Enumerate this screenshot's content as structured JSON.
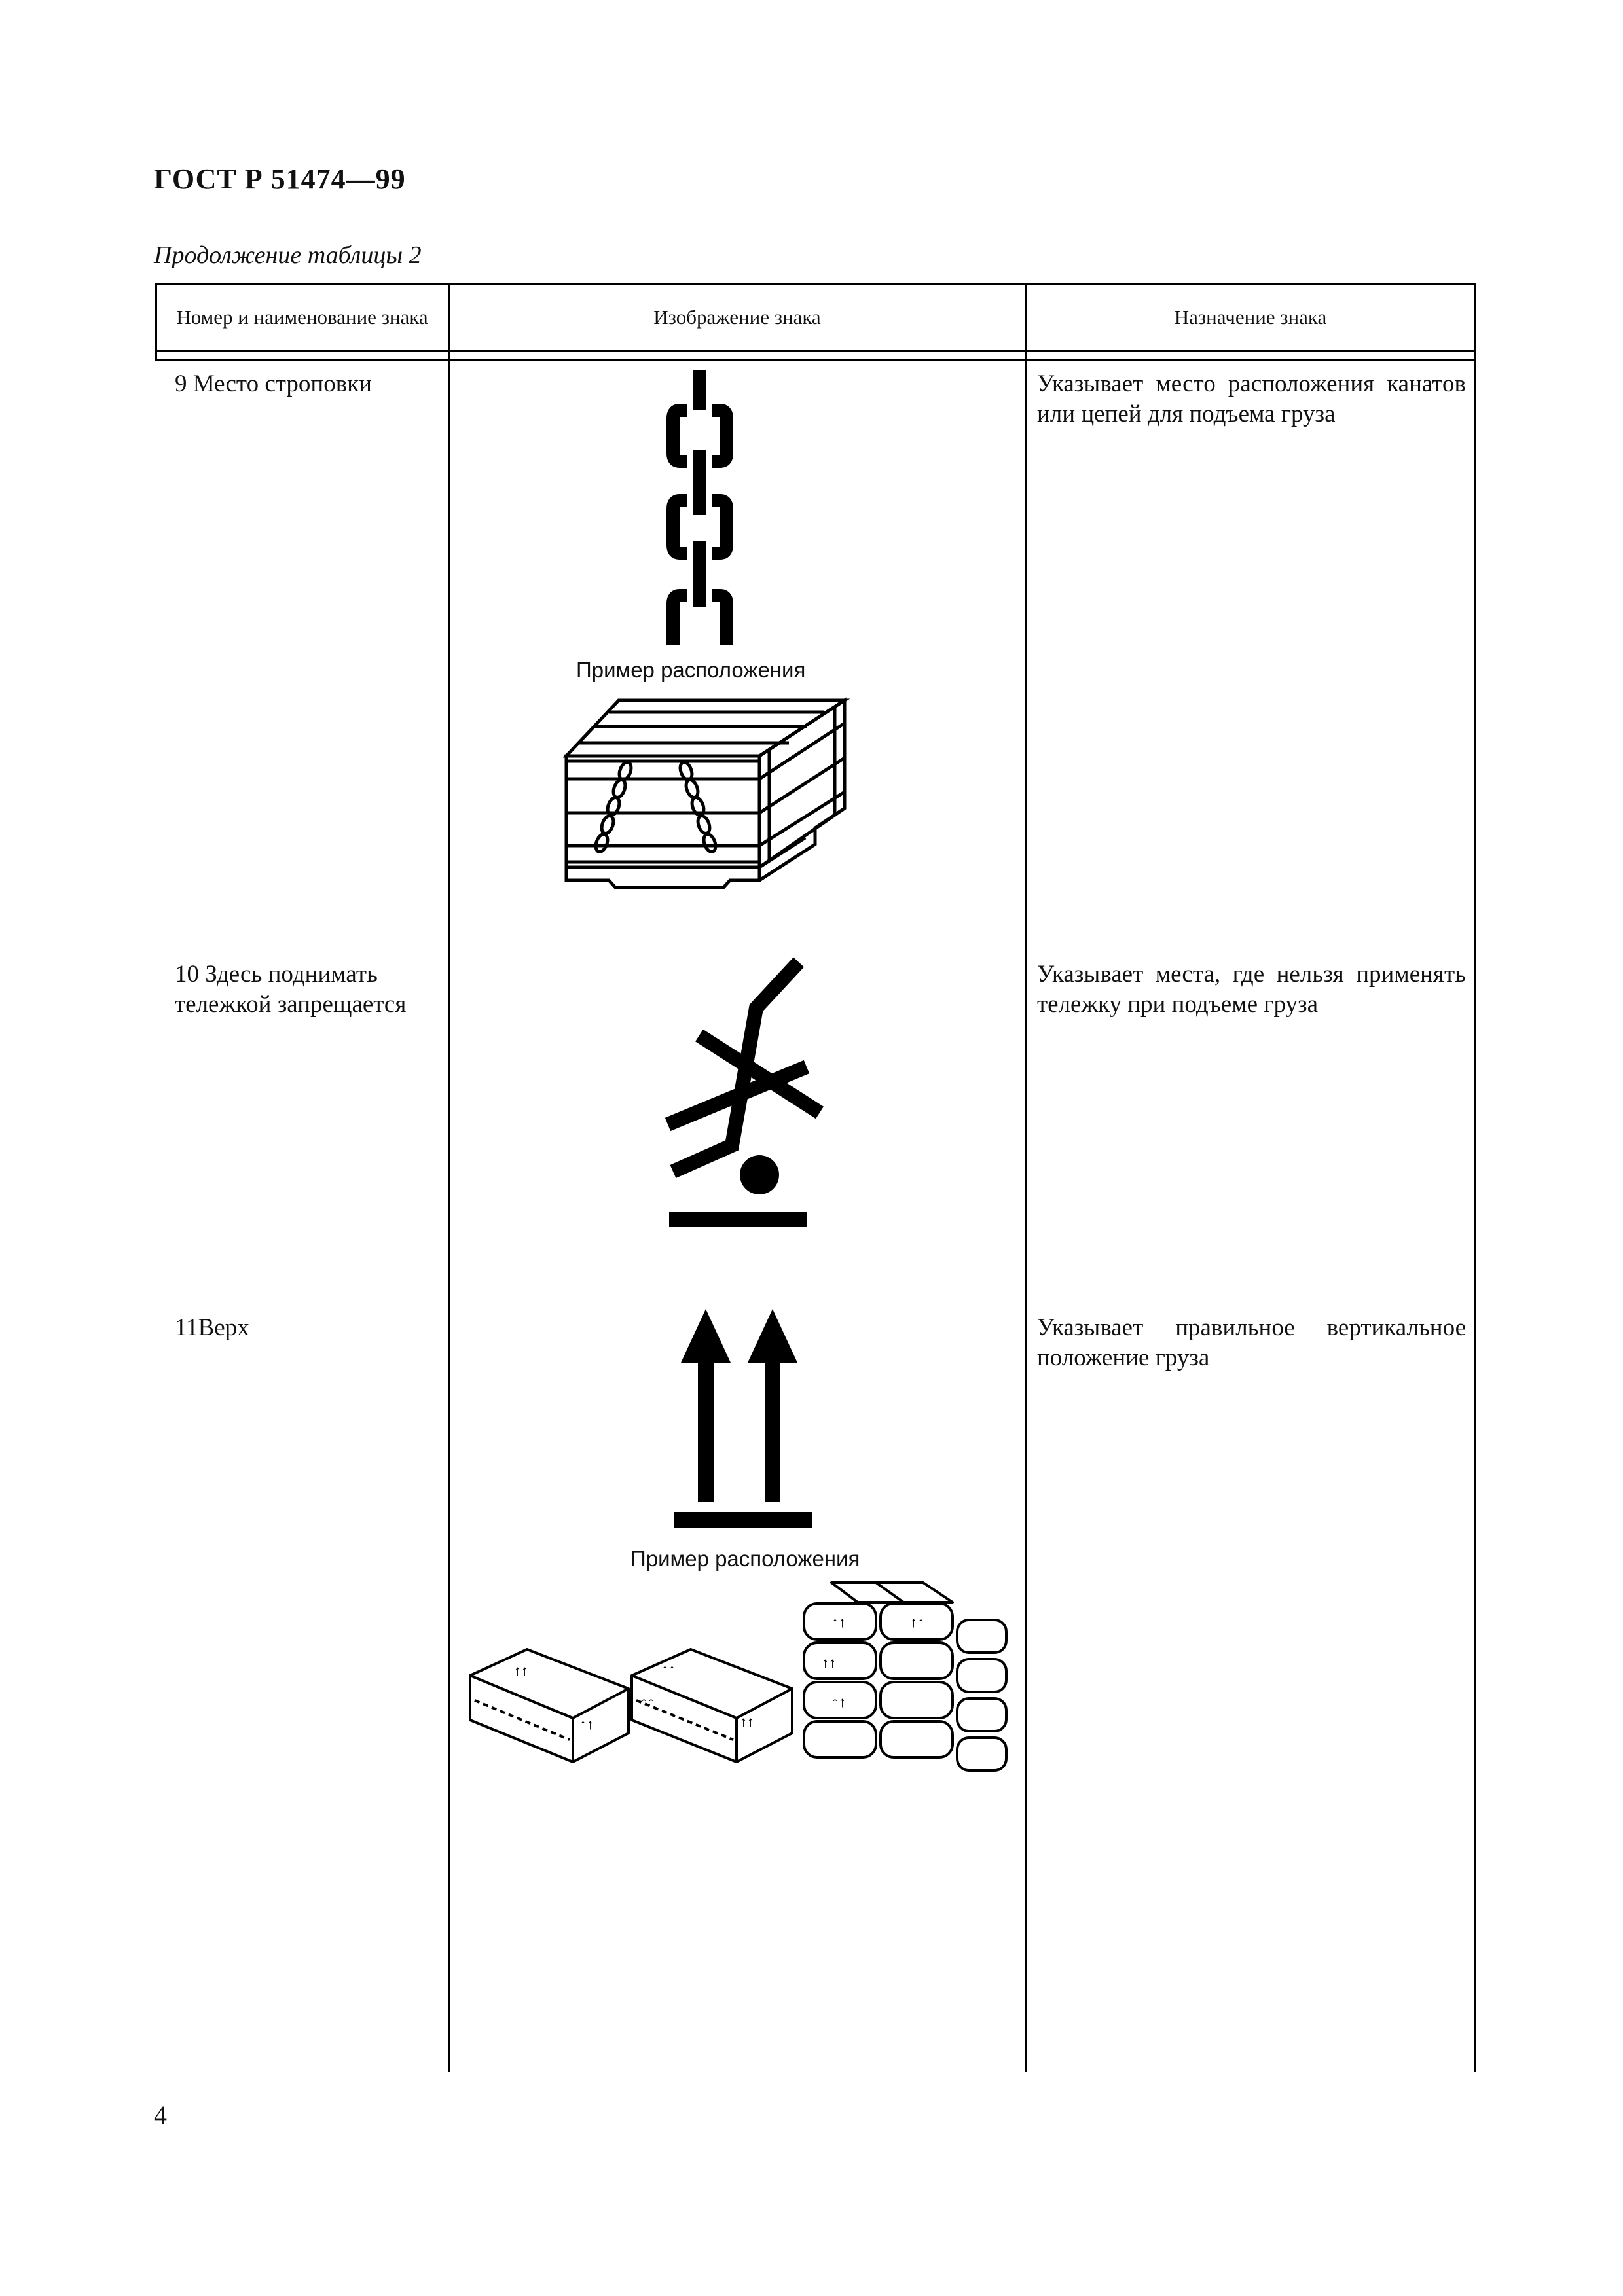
{
  "header": {
    "doc_code": "ГОСТ Р 51474—99",
    "caption": "Продолжение таблицы 2"
  },
  "table": {
    "columns": [
      "Номер и наименование знака",
      "Изображение знака",
      "Назначение знака"
    ],
    "rows": [
      {
        "name": "9 Место строповки",
        "example_label": "Пример расположения",
        "purpose": "Указывает место расположения канатов или цепей для подъема груза"
      },
      {
        "name": "10 Здесь поднимать тележкой запрещается",
        "example_label": "",
        "purpose": "Указывает места, где нельзя применять тележку при подъеме груза"
      },
      {
        "name": "11Верх",
        "example_label": "Пример расположения",
        "purpose": "Указывает правильное вертикальное положение груза"
      }
    ]
  },
  "footer": {
    "page_number": "4"
  },
  "icons": [
    "chain-icon",
    "crate-with-chains-icon",
    "no-hand-truck-icon",
    "this-way-up-icon",
    "packages-example-icon"
  ]
}
